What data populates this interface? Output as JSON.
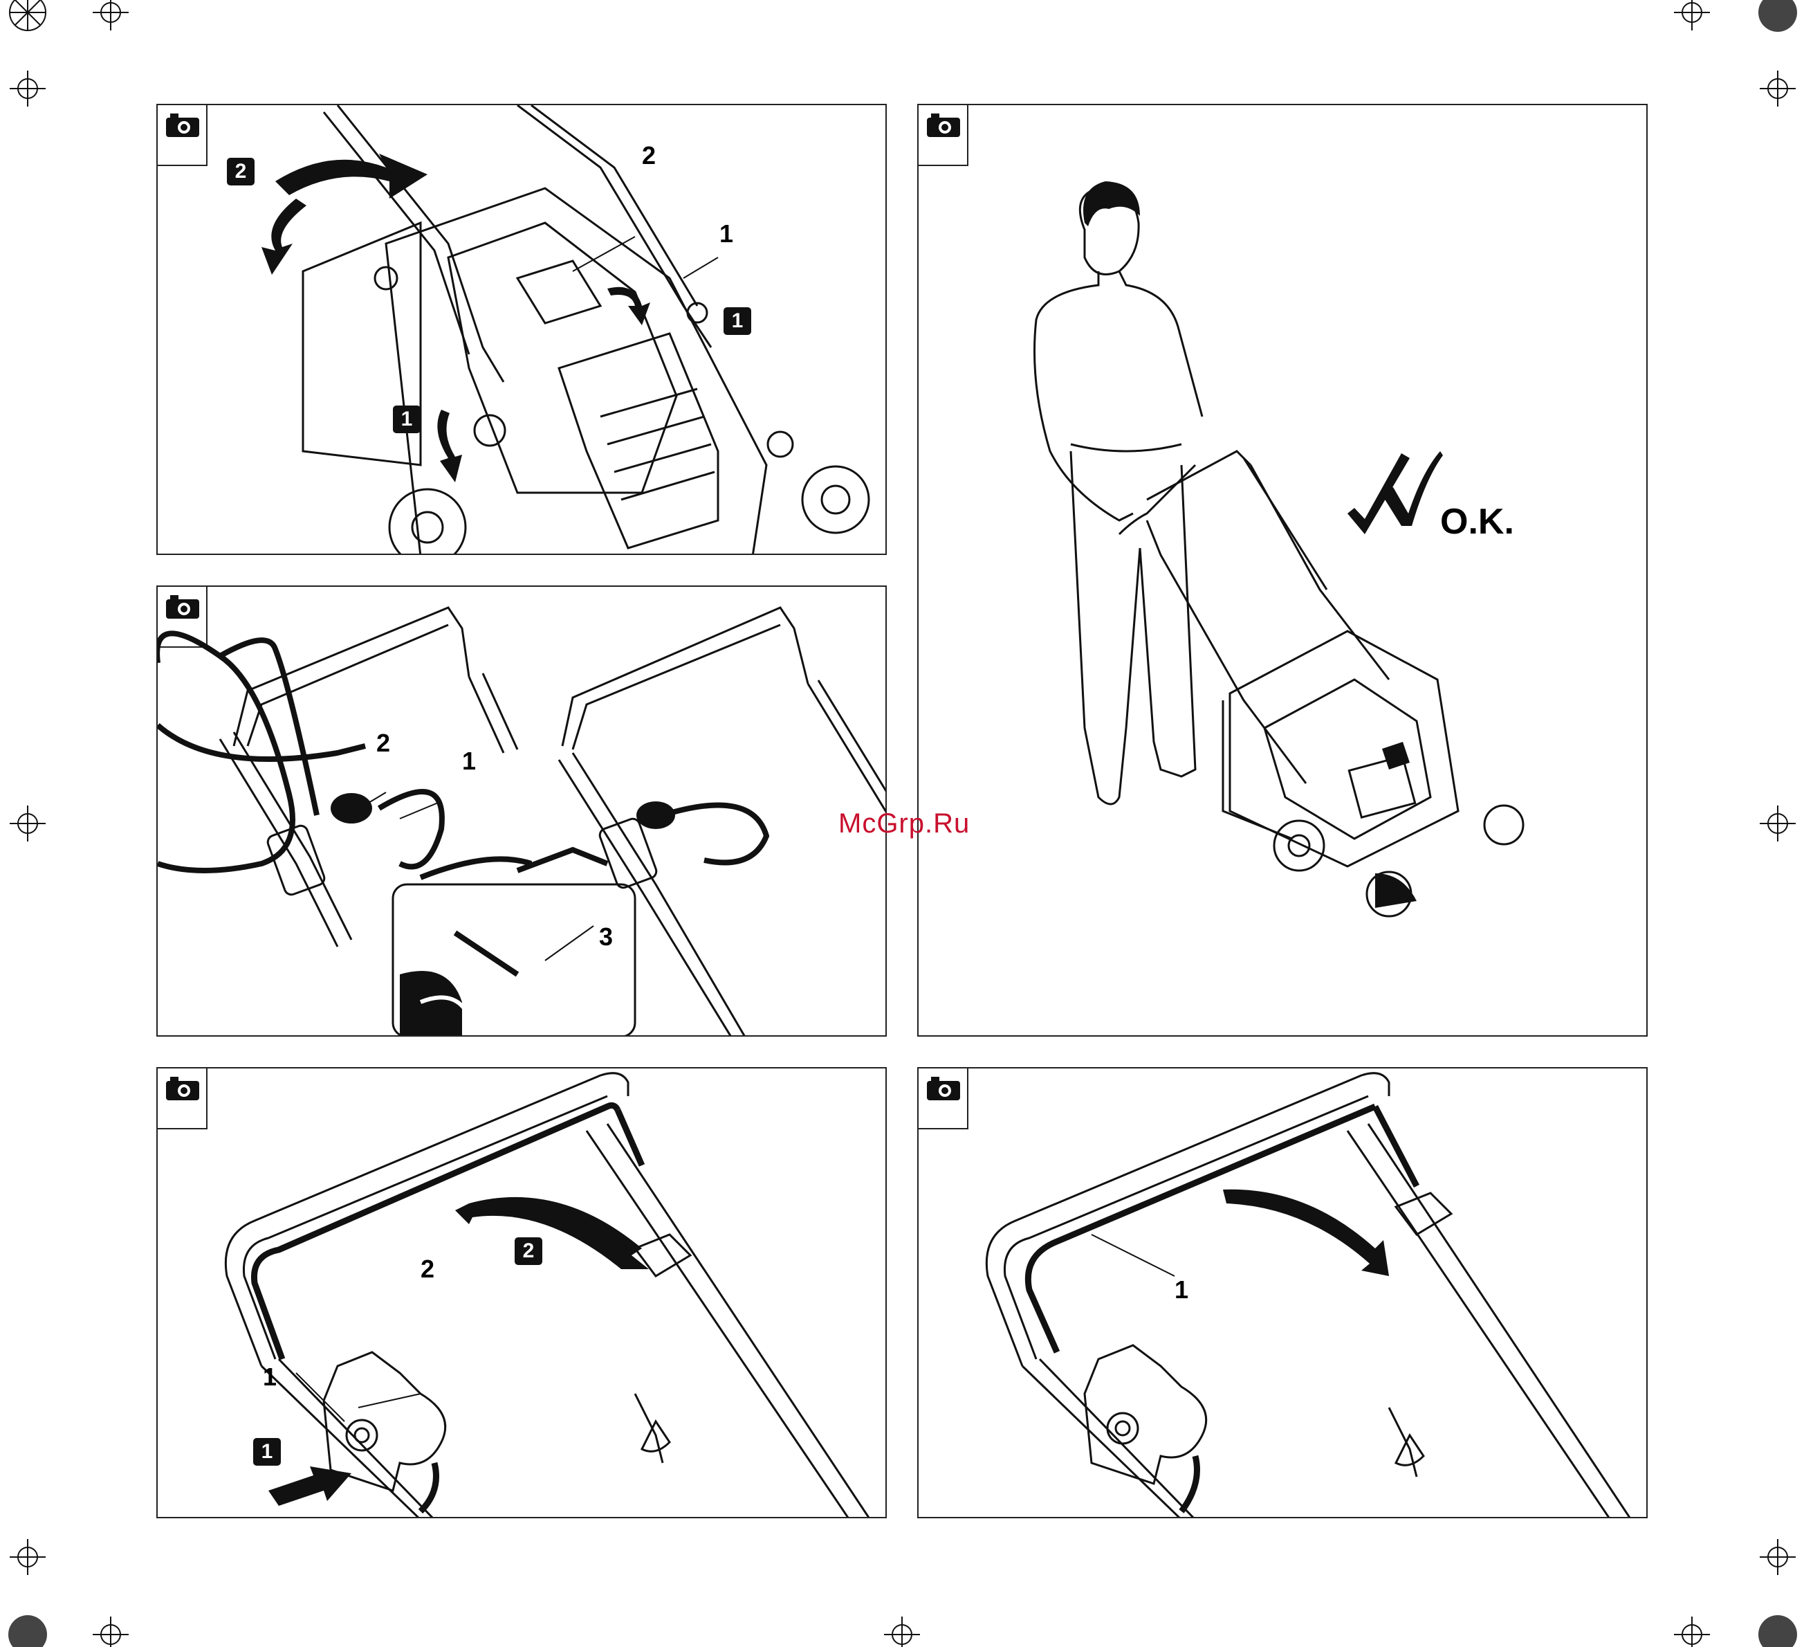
{
  "watermark": "McGrp.Ru",
  "colors": {
    "ink": "#111111",
    "watermark": "#c8102e",
    "background": "#ffffff"
  },
  "panels": [
    {
      "icon": "camera-icon",
      "labels": [
        "2",
        "1"
      ],
      "badges": [
        "2",
        "1",
        "1"
      ]
    },
    {
      "icon": "camera-icon",
      "labels": [
        "2",
        "1",
        "3"
      ]
    },
    {
      "icon": "camera-icon",
      "ok_text": "O.K."
    },
    {
      "icon": "camera-icon",
      "labels": [
        "2",
        "1"
      ],
      "badges": [
        "2",
        "1"
      ]
    },
    {
      "icon": "camera-icon",
      "labels": [
        "1"
      ]
    }
  ]
}
